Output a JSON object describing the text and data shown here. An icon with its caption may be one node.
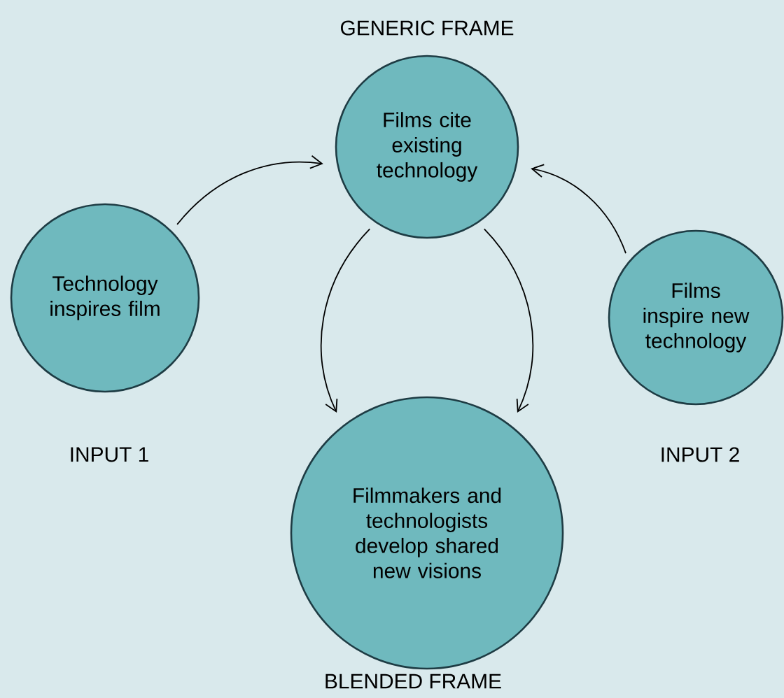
{
  "diagram": {
    "nodes": [
      {
        "text": [
          "Films cite existing technology"
        ],
        "beside": [
          "GENERIC FRAME"
        ]
      },
      {
        "text": [
          "Technology inspires film"
        ],
        "beside": [
          "INPUT 1"
        ]
      },
      {
        "text": [
          "Films inspire new technology"
        ],
        "beside": [
          "INPUT 2"
        ]
      },
      {
        "text": [
          "Filmmakers and technologists develop shared new visions"
        ],
        "beside": [
          "BLENDED FRAME"
        ]
      }
    ],
    "edges": [
      {
        "from": 1,
        "to": 0,
        "arrow": "to"
      },
      {
        "from": 2,
        "to": 0,
        "arrow": "to"
      },
      {
        "from": 0,
        "to": 3,
        "arrow": "to"
      },
      {
        "from": 0,
        "to": 3,
        "arrow": "to"
      }
    ]
  }
}
